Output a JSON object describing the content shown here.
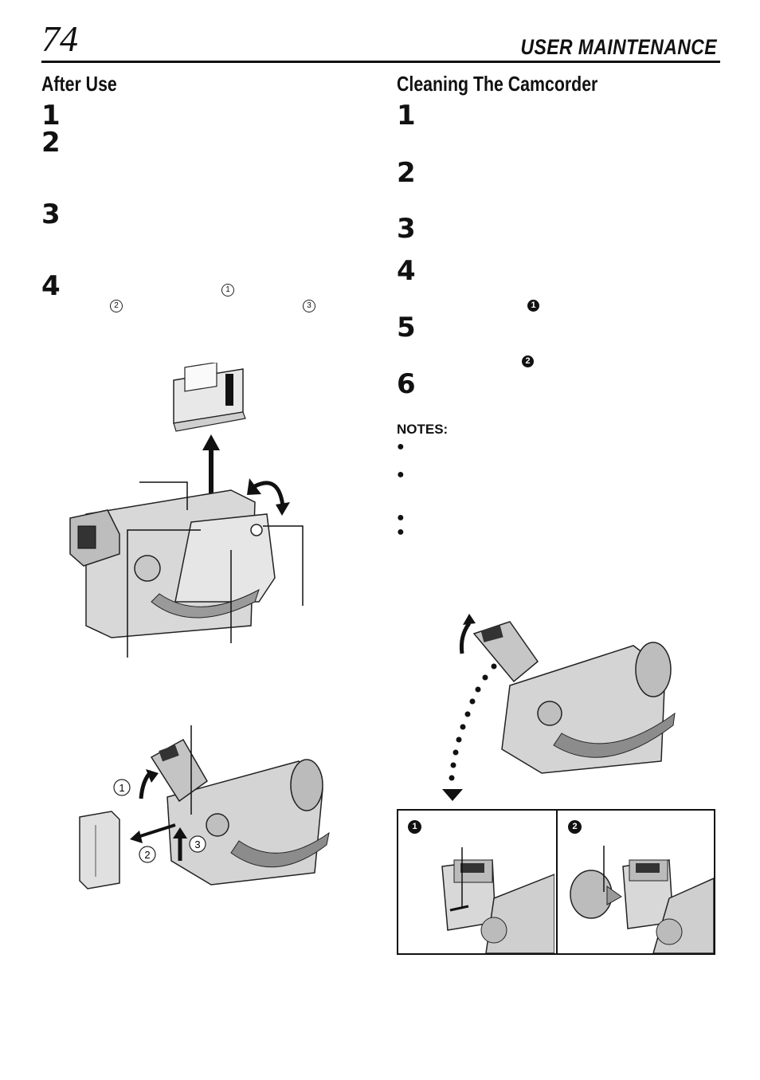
{
  "header": {
    "page_number": "74",
    "section": "USER MAINTENANCE"
  },
  "after_use": {
    "title": "After Use",
    "steps": [
      "1",
      "2",
      "3",
      "4"
    ],
    "step4_markers": [
      "1",
      "2",
      "3"
    ]
  },
  "cleaning": {
    "title": "Cleaning The Camcorder",
    "steps": [
      "1",
      "2",
      "3",
      "4",
      "5",
      "6"
    ],
    "step4_marker": "1",
    "step5_marker": "2"
  },
  "notes": {
    "heading": "NOTES:"
  },
  "figures": {
    "battery_labels": [
      "1",
      "2",
      "3"
    ],
    "inset_labels": [
      "1",
      "2"
    ]
  }
}
